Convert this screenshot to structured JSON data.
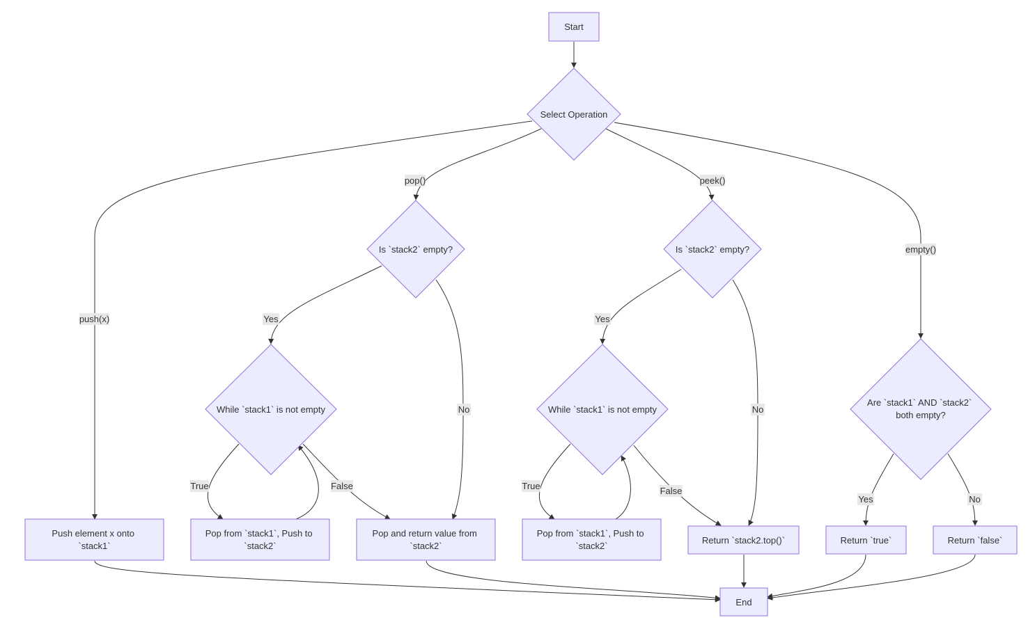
{
  "colors": {
    "node_fill": "#ececff",
    "node_stroke": "#9370db",
    "edge": "#333333",
    "label_bg": "#e8e8e8",
    "text": "#333333"
  },
  "nodes": {
    "start": "Start",
    "select": "Select Operation",
    "push_box": [
      "Push element x onto",
      "`stack1`"
    ],
    "pop_check": "Is `stack2` empty?",
    "pop_while": "While `stack1` is not empty",
    "pop_transfer": [
      "Pop from `stack1`, Push to",
      "`stack2`"
    ],
    "pop_return": [
      "Pop and return value from",
      "`stack2`"
    ],
    "peek_check": "Is `stack2` empty?",
    "peek_while": "While `stack1` is not empty",
    "peek_transfer": [
      "Pop from `stack1`, Push to",
      "`stack2`"
    ],
    "peek_return": "Return `stack2.top()`",
    "empty_check": [
      "Are `stack1` AND `stack2`",
      "both empty?"
    ],
    "return_true": "Return `true`",
    "return_false": "Return `false`",
    "end": "End"
  },
  "edge_labels": {
    "push": "push(x)",
    "pop": "pop()",
    "peek": "peek()",
    "empty": "empty()",
    "pop_yes": "Yes",
    "pop_no": "No",
    "pop_true": "True",
    "pop_false": "False",
    "peek_yes": "Yes",
    "peek_no": "No",
    "peek_true": "True",
    "peek_false": "False",
    "empty_yes": "Yes",
    "empty_no": "No"
  }
}
